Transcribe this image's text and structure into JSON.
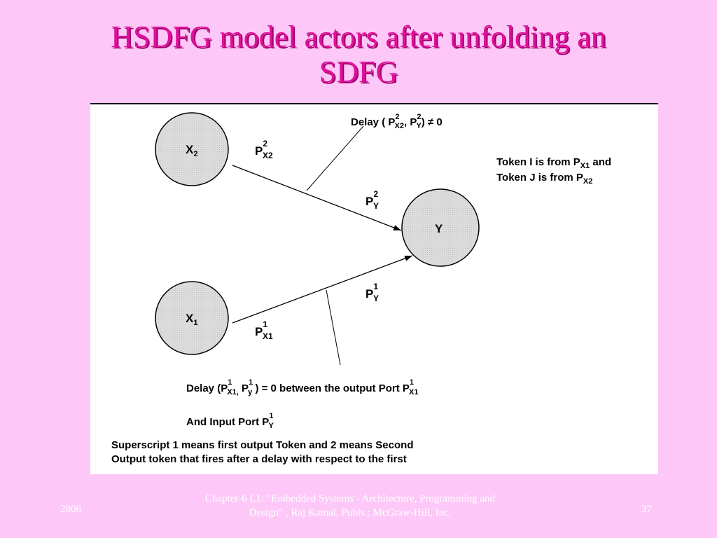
{
  "slide": {
    "title_line1": "HSDFG model actors after unfolding an",
    "title_line2": "SDFG"
  },
  "diagram": {
    "nodes": {
      "x2": {
        "base": "X",
        "sub": "2"
      },
      "y": {
        "base": "Y"
      },
      "x1": {
        "base": "X",
        "sub": "1"
      }
    },
    "ports": {
      "px2_2": {
        "base": "P",
        "sup": "2",
        "sub": "X2"
      },
      "py_2": {
        "base": "P",
        "sup": "2",
        "sub": "Y"
      },
      "py_1": {
        "base": "P",
        "sup": "1",
        "sub": "Y"
      },
      "px1_1": {
        "base": "P",
        "sup": "1",
        "sub": "X1"
      }
    },
    "delay_top": {
      "prefix": "Delay ( ",
      "p1": {
        "base": "P",
        "sup": "2",
        "sub": "X2"
      },
      "sep": ", ",
      "p2": {
        "base": "P",
        "sup": "2",
        "sub": "Y"
      },
      "suffix": ") ≠ 0"
    },
    "token_note": {
      "line1_prefix": "Token I is from P",
      "line1_sub": "X1",
      "line1_suffix": " and",
      "line2_prefix": "Token J is from P",
      "line2_sub": "X2"
    },
    "delay_bottom": {
      "prefix": "Delay (P",
      "p1_sup": "1",
      "p1_sub": "X1,",
      "mid": "  P",
      "p2_sup": "1",
      "p2_sub": "y",
      "eq": " ) = 0  between the output Port P",
      "p3_sup": "1",
      "p3_sub": "X1"
    },
    "input_port": {
      "prefix": "And Input Port  P",
      "sup": "1",
      "sub": "Y"
    },
    "note_line1": "Superscript 1 means first output Token and 2 means Second",
    "note_line2": "Output token that fires after a delay with respect to the first"
  },
  "footer": {
    "year": "2006",
    "chapter_line1": "Chapter-6 L1: \"Embedded Systems - Architecture, Programming and",
    "chapter_line2": "Design\" , Raj Kamal, Publs.: McGraw-Hill, Inc.",
    "page": "37"
  }
}
